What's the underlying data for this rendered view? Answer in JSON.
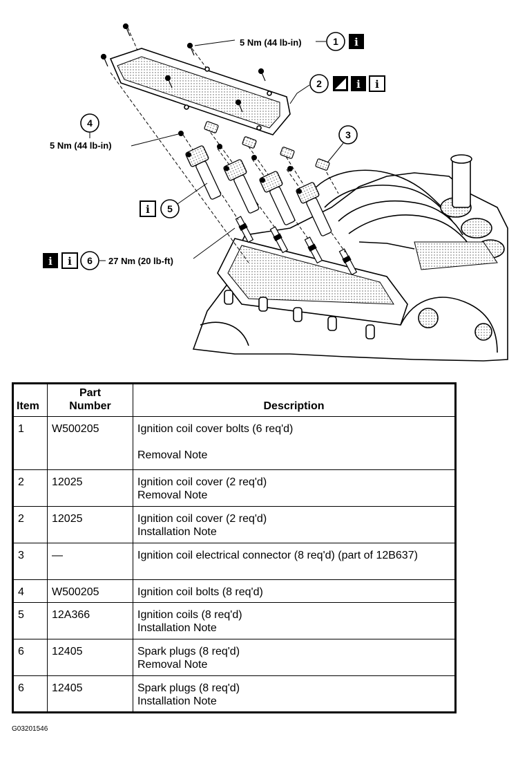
{
  "callouts": {
    "c1": {
      "number": "1",
      "torque": "5 Nm (44 lb-in)"
    },
    "c2": {
      "number": "2"
    },
    "c3": {
      "number": "3"
    },
    "c4": {
      "number": "4",
      "torque": "5 Nm (44 lb-in)"
    },
    "c5": {
      "number": "5"
    },
    "c6": {
      "number": "6",
      "torque": "27 Nm (20 lb-ft)"
    },
    "info_icon_glyph": "i",
    "icon_names": [
      "info-icon-filled",
      "info-icon-outline",
      "sealant-icon"
    ]
  },
  "table": {
    "headers": {
      "item": "Item",
      "part_line1": "Part",
      "part_line2": "Number",
      "description": "Description"
    },
    "rows": [
      {
        "item": "1",
        "part": "W500205",
        "desc": "Ignition coil cover bolts (6 req'd)",
        "note": "Removal Note"
      },
      {
        "item": "2",
        "part": "12025",
        "desc": "Ignition coil cover (2 req'd)",
        "note": "Removal Note"
      },
      {
        "item": "2",
        "part": "12025",
        "desc": "Ignition coil cover (2 req'd)",
        "note": "Installation Note"
      },
      {
        "item": "3",
        "part": "—",
        "desc": "Ignition coil electrical connector (8 req'd) (part of 12B637)",
        "note": ""
      },
      {
        "item": "4",
        "part": "W500205",
        "desc": "Ignition coil bolts (8 req'd)",
        "note": ""
      },
      {
        "item": "5",
        "part": "12A366",
        "desc": "Ignition coils (8 req'd)",
        "note": "Installation Note"
      },
      {
        "item": "6",
        "part": "12405",
        "desc": "Spark plugs (8 req'd)",
        "note": "Removal Note"
      },
      {
        "item": "6",
        "part": "12405",
        "desc": "Spark plugs (8 req'd)",
        "note": "Installation Note"
      }
    ]
  },
  "figure_id": "G03201546"
}
